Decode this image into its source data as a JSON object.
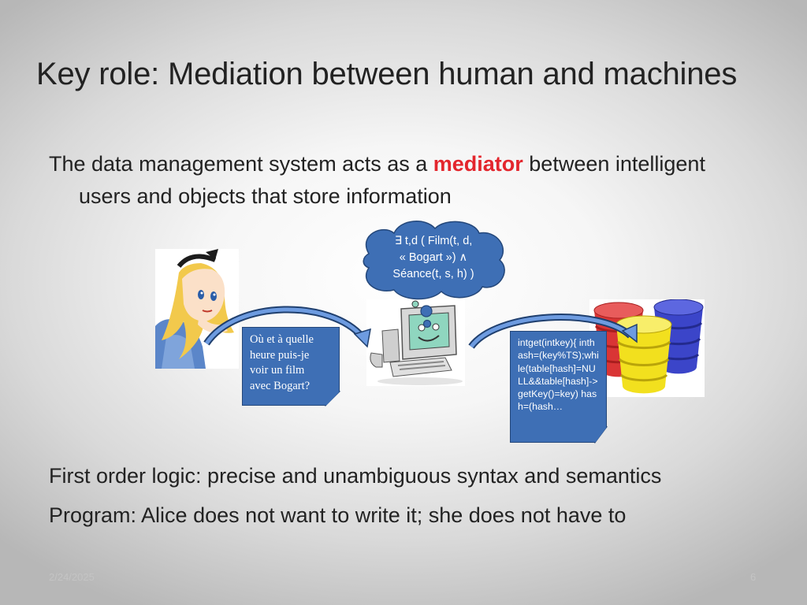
{
  "title": "Key role: Mediation between human and machines",
  "intro": {
    "before": "The data management system acts as a ",
    "highlight": "mediator",
    "after": " between intelligent users and objects that store information"
  },
  "cloud": {
    "line1": "∃ t,d ( Film(t, d,",
    "line2": "« Bogart ») ∧",
    "line3": "Séance(t, s, h) )"
  },
  "note_french": {
    "line1": "Où et à quelle",
    "line2": "heure puis-je",
    "line3": "voir un film",
    "line4": "avec Bogart?"
  },
  "note_code": "intget(intkey){ inthash=(key%TS);while(table[hash]=NULL&&table[hash]->getKey()=key) hash=(hash…",
  "bullets": {
    "logic": "First order logic:  precise and unambiguous syntax and semantics",
    "program": "Program: Alice does not want to write it; she does not have to"
  },
  "footer": {
    "date": "2/24/2025",
    "page": "6"
  },
  "colors": {
    "accent": "#e3262d",
    "note_fill": "#3e6fb5",
    "note_border": "#24477a"
  }
}
